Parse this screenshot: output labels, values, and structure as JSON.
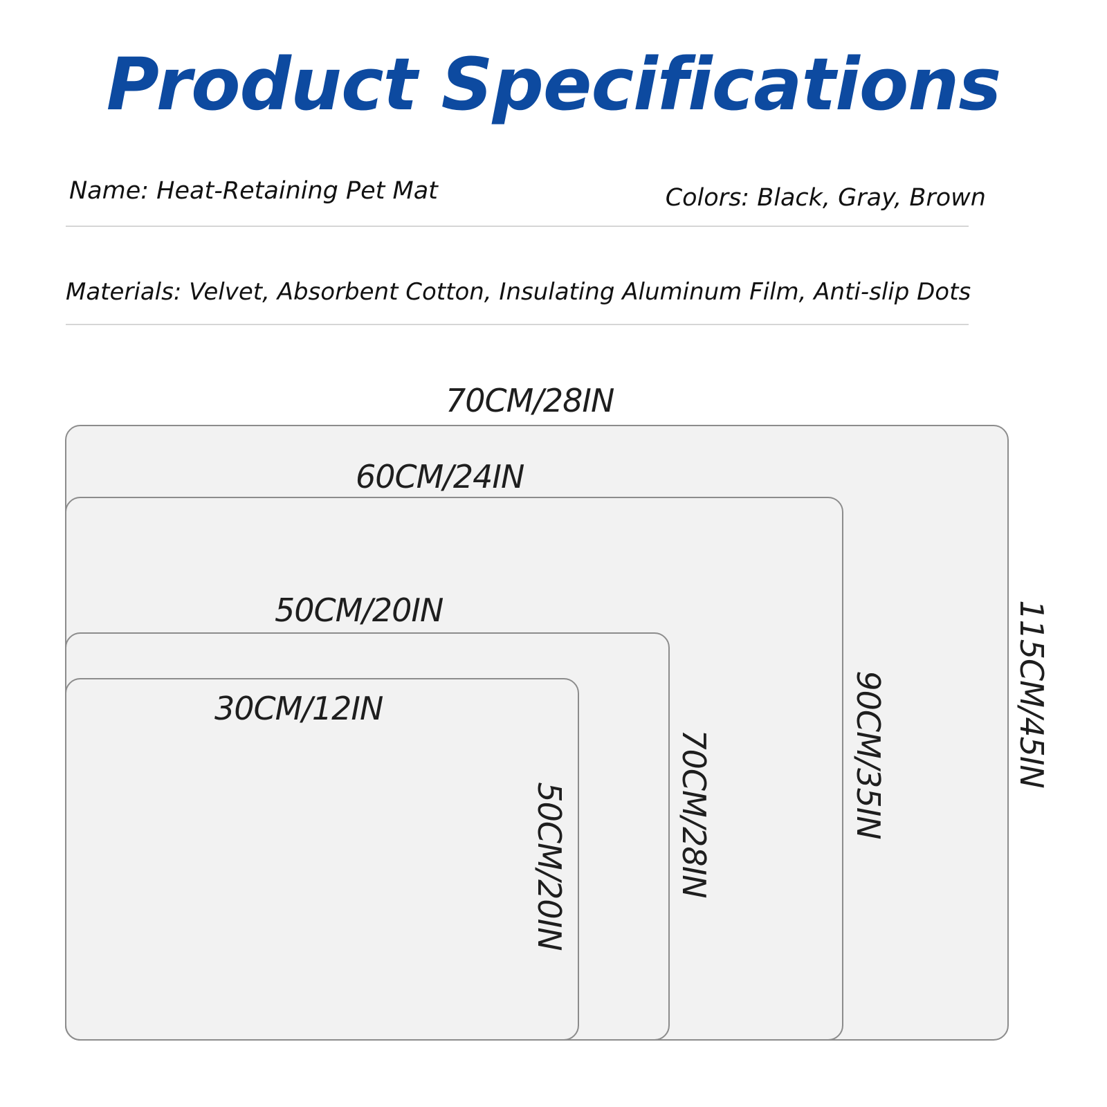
{
  "title": "Product Specifications",
  "specs": {
    "name": "Name: Heat-Retaining Pet Mat",
    "colors": "Colors: Black, Gray, Brown",
    "materials": "Materials: Velvet, Absorbent Cotton, Insulating Aluminum Film, Anti-slip Dots"
  },
  "colors": {
    "title": "#0d4aa0",
    "mat_fill": "#f2f2f2",
    "mat_border": "#8c8c8c"
  },
  "sizes": [
    {
      "width_label": "70CM/28IN",
      "length_label": "115CM/45IN",
      "width_cm": 70,
      "length_cm": 115
    },
    {
      "width_label": "60CM/24IN",
      "length_label": "90CM/35IN",
      "width_cm": 60,
      "length_cm": 90
    },
    {
      "width_label": "50CM/20IN",
      "length_label": "70CM/28IN",
      "width_cm": 50,
      "length_cm": 70
    },
    {
      "width_label": "30CM/12IN",
      "length_label": "50CM/20IN",
      "width_cm": 30,
      "length_cm": 50
    }
  ]
}
